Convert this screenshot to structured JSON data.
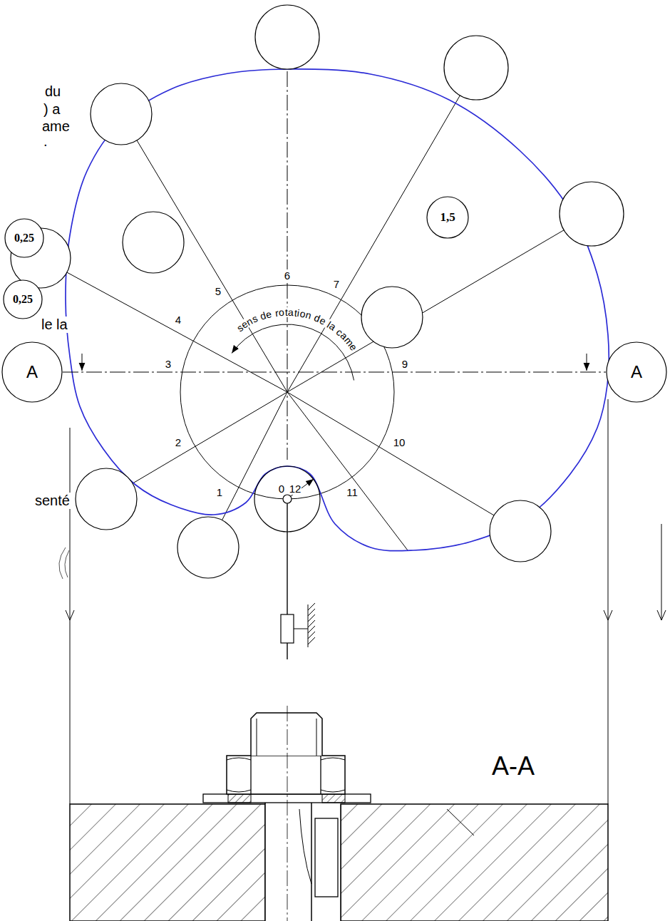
{
  "diagram": {
    "nodes": [
      {
        "text": [
          "1,5"
        ]
      },
      {
        "text": [
          "0,25"
        ]
      },
      {
        "text": [
          "0,25"
        ]
      },
      {
        "text": [
          "A"
        ]
      },
      {
        "text": [
          "A"
        ]
      }
    ],
    "edges": [
      {
        "from": 3,
        "to": 4,
        "arrow": "none"
      }
    ],
    "labels": [
      "du",
      ") a",
      "ame",
      ".",
      "6",
      "7",
      "5",
      "4",
      "sens de rotation de la came",
      "le la",
      "3",
      "9",
      "2",
      "10",
      "senté",
      "1",
      "11",
      "0",
      "12",
      "A-A"
    ]
  }
}
